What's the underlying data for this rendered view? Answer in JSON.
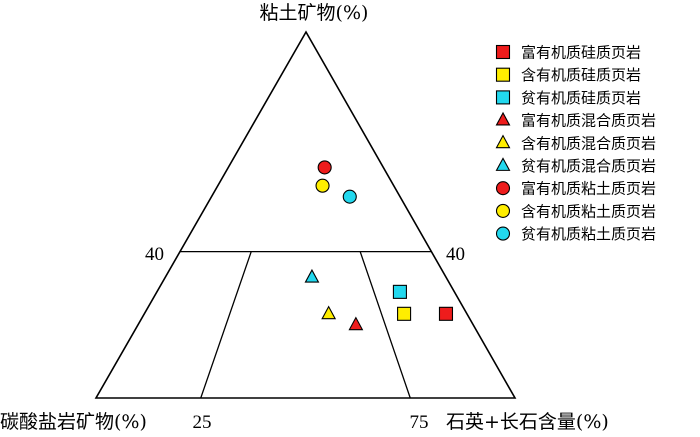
{
  "chart_data": {
    "type": "scatter",
    "subtype": "ternary",
    "axes": {
      "top": "粘土矿物(%)",
      "left": "碳酸盐岩矿物(%)",
      "right": "石英+长石含量(%)"
    },
    "tick_labels": {
      "left_40": "40",
      "right_40": "40",
      "bottom_25": "25",
      "bottom_75": "75"
    },
    "legend_position": "top-right",
    "series": [
      {
        "name": "富有机质硅质页岩",
        "marker": "square",
        "color": "#ee1c1c",
        "points": [
          {
            "clay": 23,
            "carbonate": 5,
            "qf": 72
          }
        ]
      },
      {
        "name": "含有机质硅质页岩",
        "marker": "square",
        "color": "#ffee00",
        "points": [
          {
            "clay": 23,
            "carbonate": 15,
            "qf": 62
          }
        ]
      },
      {
        "name": "贫有机质硅质页岩",
        "marker": "square",
        "color": "#22d8ee",
        "points": [
          {
            "clay": 29,
            "carbonate": 13,
            "qf": 58
          }
        ]
      },
      {
        "name": "富有机质混合质页岩",
        "marker": "triangle",
        "color": "#ee1c1c",
        "points": [
          {
            "clay": 20,
            "carbonate": 28,
            "qf": 52
          }
        ]
      },
      {
        "name": "含有机质混合质页岩",
        "marker": "triangle",
        "color": "#ffee00",
        "points": [
          {
            "clay": 23,
            "carbonate": 33,
            "qf": 44
          }
        ]
      },
      {
        "name": "贫有机质混合质页岩",
        "marker": "triangle",
        "color": "#22d8ee",
        "points": [
          {
            "clay": 33,
            "carbonate": 32,
            "qf": 35
          }
        ]
      },
      {
        "name": "富有机质粘土质页岩",
        "marker": "circle",
        "color": "#ee1c1c",
        "points": [
          {
            "clay": 63,
            "carbonate": 14,
            "qf": 23
          }
        ]
      },
      {
        "name": "含有机质粘土质页岩",
        "marker": "circle",
        "color": "#ffee00",
        "points": [
          {
            "clay": 58,
            "carbonate": 17,
            "qf": 25
          }
        ]
      },
      {
        "name": "贫有机质粘土质页岩",
        "marker": "circle",
        "color": "#22d8ee",
        "points": [
          {
            "clay": 55,
            "carbonate": 12,
            "qf": 33
          }
        ]
      }
    ]
  }
}
